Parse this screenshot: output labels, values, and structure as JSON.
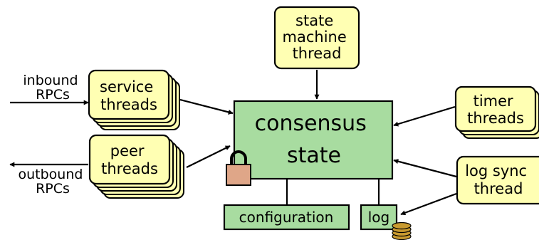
{
  "nodes": {
    "state_machine": {
      "lines": [
        "state",
        "machine",
        "thread"
      ]
    },
    "service": {
      "lines": [
        "service",
        "threads"
      ]
    },
    "peer": {
      "lines": [
        "peer",
        "threads"
      ]
    },
    "timer": {
      "lines": [
        "timer",
        "threads"
      ]
    },
    "log_sync": {
      "lines": [
        "log sync",
        "thread"
      ]
    },
    "consensus": {
      "lines": [
        "consensus",
        "state"
      ]
    },
    "configuration": {
      "label": "configuration"
    },
    "log": {
      "label": "log"
    }
  },
  "edge_labels": {
    "inbound": [
      "inbound",
      "RPCs"
    ],
    "outbound": [
      "outbound",
      "RPCs"
    ]
  },
  "icons": {
    "lock": "padlock-icon",
    "disk": "disk-stack-icon"
  },
  "colors": {
    "thread_fill": "#ffffb3",
    "state_fill": "#a8dca0",
    "lock_fill": "#dfa688",
    "disk_fill": "#c89a30",
    "stroke": "#000000"
  }
}
